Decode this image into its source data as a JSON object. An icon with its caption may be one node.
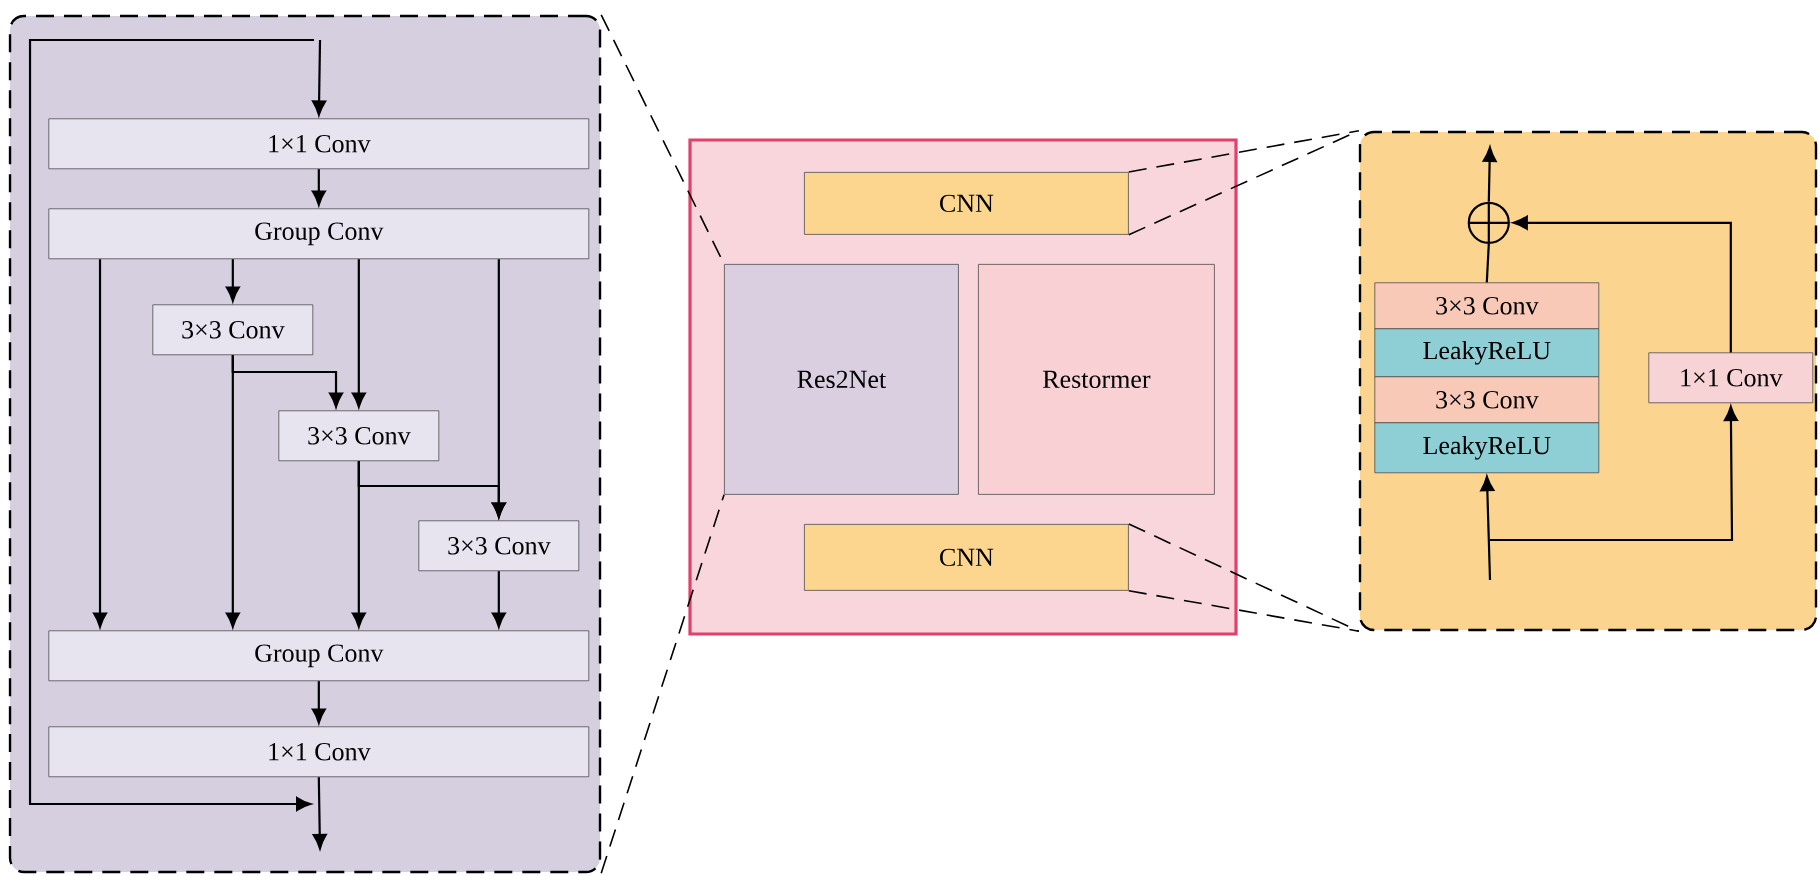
{
  "diagram": {
    "nodes": [
      {
        "text": [],
        "shape": "box"
      },
      {
        "text": [
          "1×1 Conv"
        ],
        "in": 0
      },
      {
        "text": [
          "Group Conv"
        ],
        "in": 0
      },
      {
        "text": [
          "3×3 Conv"
        ],
        "in": 0
      },
      {
        "text": [
          "3×3 Conv"
        ],
        "in": 0
      },
      {
        "text": [
          "3×3 Conv"
        ],
        "in": 0
      },
      {
        "text": [
          "Group Conv"
        ],
        "in": 0
      },
      {
        "text": [
          "1×1 Conv"
        ],
        "in": 0
      },
      {
        "text": [],
        "shape": "box"
      },
      {
        "text": [
          "CNN"
        ],
        "in": 8
      },
      {
        "text": [
          "Res2Net"
        ],
        "in": 8
      },
      {
        "text": [
          "Restormer"
        ],
        "in": 8
      },
      {
        "text": [
          "CNN"
        ],
        "in": 8
      },
      {
        "text": [],
        "shape": "box"
      },
      {
        "text": [],
        "shape": "circle",
        "in": 13
      },
      {
        "text": [
          "3×3 Conv"
        ],
        "in": 13
      },
      {
        "text": [
          "LeakyReLU"
        ],
        "in": 13
      },
      {
        "text": [
          "3×3 Conv"
        ],
        "in": 13
      },
      {
        "text": [
          "LeakyReLU"
        ],
        "in": 13
      },
      {
        "text": [
          "1×1 Conv"
        ],
        "in": 13
      }
    ],
    "edges": [
      {
        "from": null,
        "to": 1,
        "arrow": "to"
      },
      {
        "from": 1,
        "to": 2,
        "arrow": "to"
      },
      {
        "from": 2,
        "to": 6,
        "arrow": "to"
      },
      {
        "from": 2,
        "to": 3,
        "arrow": "to"
      },
      {
        "from": 3,
        "to": 6,
        "arrow": "to"
      },
      {
        "from": 3,
        "to": 4,
        "arrow": "to"
      },
      {
        "from": 2,
        "to": 4,
        "arrow": "to"
      },
      {
        "from": 4,
        "to": 6,
        "arrow": "to"
      },
      {
        "from": 4,
        "to": 5,
        "arrow": "to"
      },
      {
        "from": 2,
        "to": 5,
        "arrow": "to"
      },
      {
        "from": 5,
        "to": 6,
        "arrow": "to"
      },
      {
        "from": 6,
        "to": 7,
        "arrow": "to"
      },
      {
        "from": 7,
        "to": null,
        "arrow": "to"
      },
      {
        "from": null,
        "to": 18,
        "arrow": "to"
      },
      {
        "from": null,
        "to": 19,
        "arrow": "to"
      },
      {
        "from": 15,
        "to": 14,
        "arrow": "none"
      },
      {
        "from": 19,
        "to": 14,
        "arrow": "to"
      },
      {
        "from": 14,
        "to": null,
        "arrow": "to"
      },
      {
        "from": 0,
        "to": 10,
        "arrow": "none",
        "style": "dashed"
      },
      {
        "from": 0,
        "to": 10,
        "arrow": "none",
        "style": "dashed"
      },
      {
        "from": 9,
        "to": 13,
        "arrow": "none",
        "style": "dashed"
      },
      {
        "from": 9,
        "to": 13,
        "arrow": "none",
        "style": "dashed"
      },
      {
        "from": 12,
        "to": 13,
        "arrow": "none",
        "style": "dashed"
      },
      {
        "from": 12,
        "to": 13,
        "arrow": "none",
        "style": "dashed"
      }
    ]
  }
}
